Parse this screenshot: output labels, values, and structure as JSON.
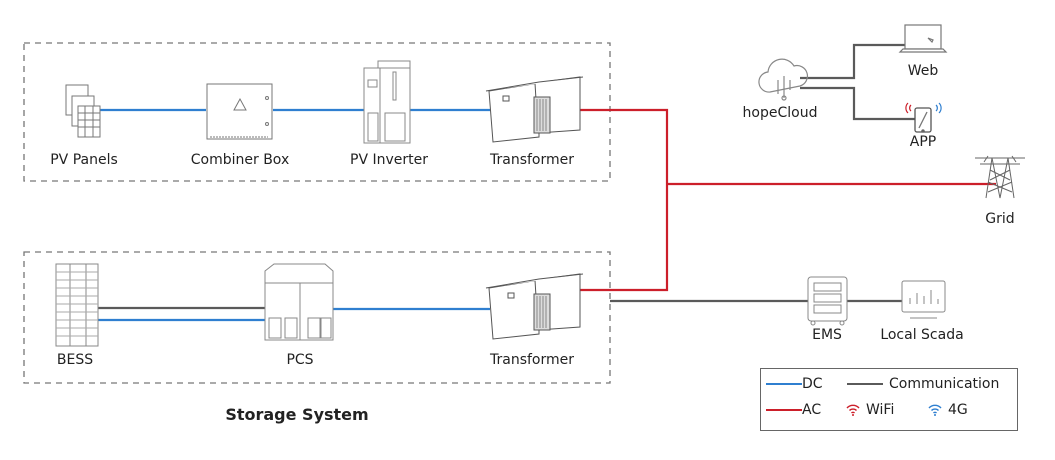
{
  "colors": {
    "dc": "#2f7fd0",
    "ac": "#cc1f2a",
    "communication": "#5a5a5a",
    "wifi": "#cc1f2a",
    "g4": "#2f7fd0",
    "box_border": "#777777"
  },
  "pv_system": {
    "components": [
      {
        "label": "PV Panels",
        "icon": "solar-panels-icon"
      },
      {
        "label": "Combiner Box",
        "icon": "combiner-box-icon"
      },
      {
        "label": "PV Inverter",
        "icon": "inverter-icon"
      },
      {
        "label": "Transformer",
        "icon": "transformer-icon"
      }
    ]
  },
  "storage_system": {
    "title": "Storage System",
    "components": [
      {
        "label": "BESS",
        "icon": "battery-rack-icon"
      },
      {
        "label": "PCS",
        "icon": "pcs-icon"
      },
      {
        "label": "Transformer",
        "icon": "transformer-icon"
      }
    ]
  },
  "cloud": {
    "label": "hopeCloud",
    "clients": [
      {
        "label": "Web",
        "icon": "laptop-icon"
      },
      {
        "label": "APP",
        "icon": "phone-icon"
      }
    ]
  },
  "grid": {
    "label": "Grid",
    "icon": "power-tower-icon"
  },
  "ems": {
    "label": "EMS",
    "icon": "server-icon"
  },
  "scada": {
    "label": "Local Scada",
    "icon": "monitor-chart-icon"
  },
  "legend": {
    "dc": "DC",
    "ac": "AC",
    "communication": "Communication",
    "wifi": "WiFi",
    "g4": "4G"
  }
}
